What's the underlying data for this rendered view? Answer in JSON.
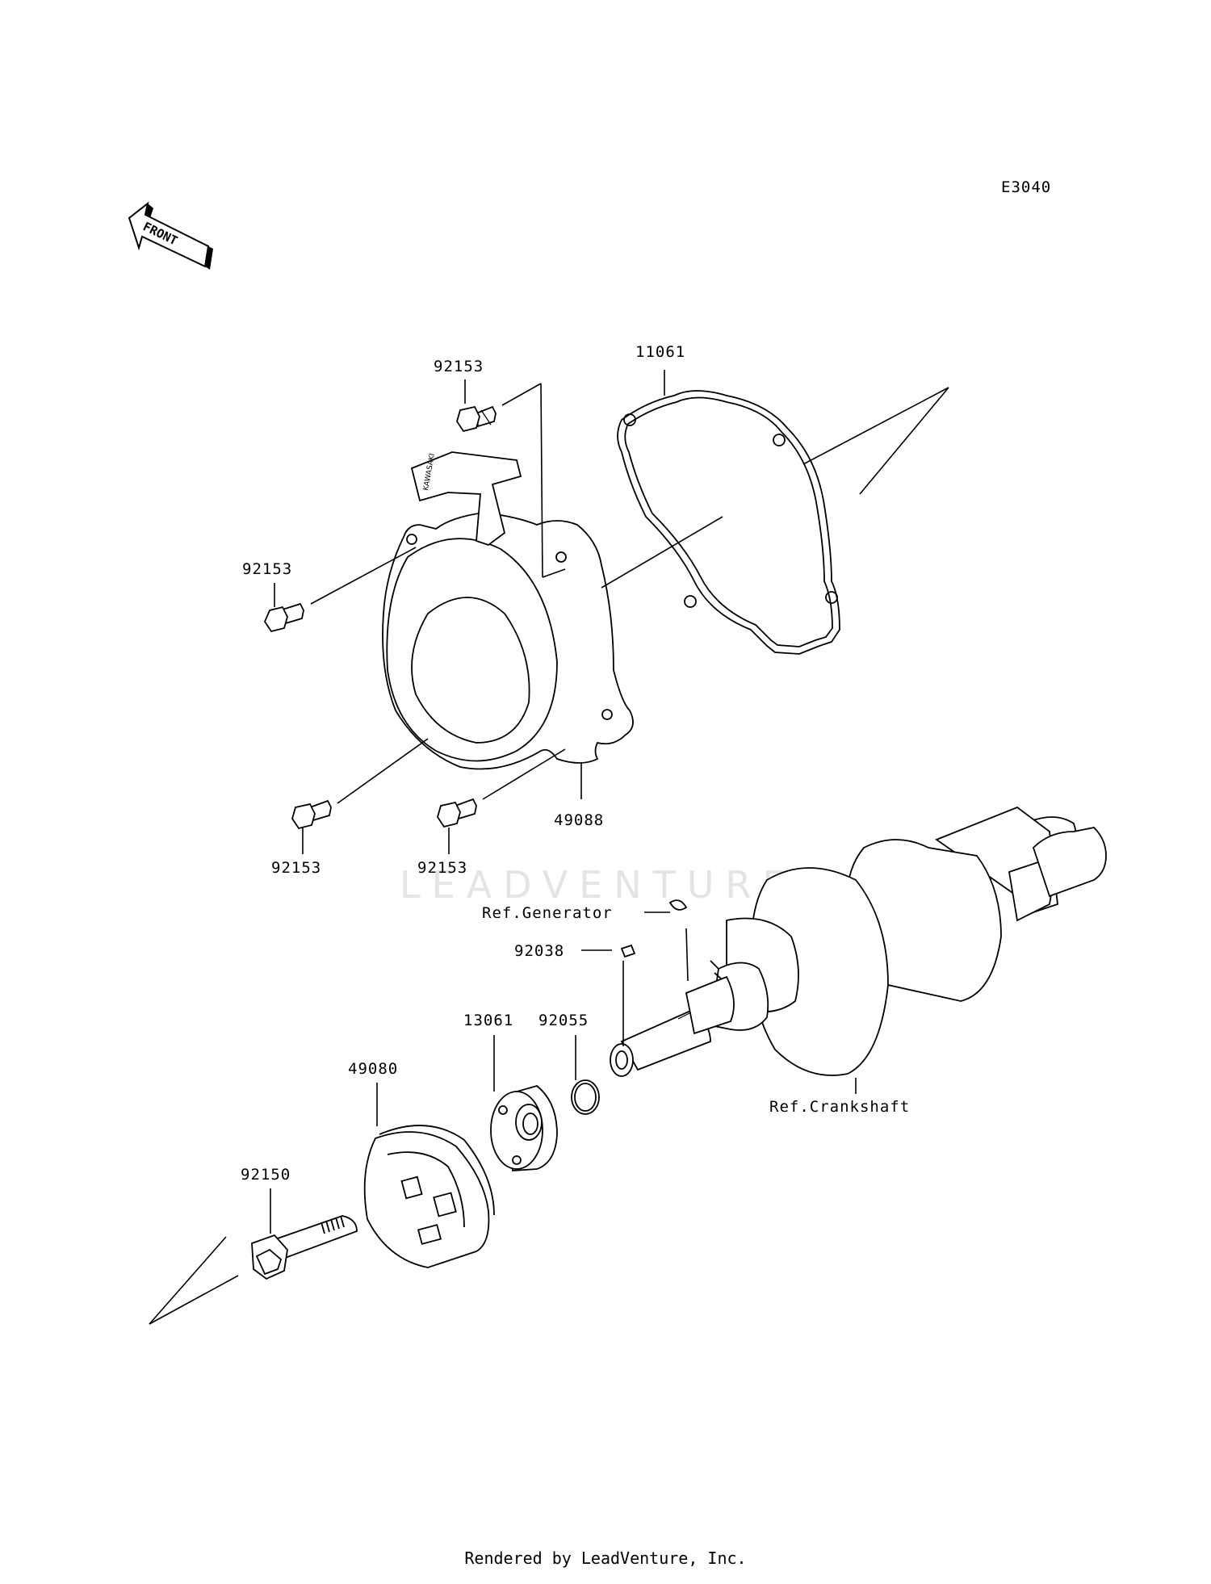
{
  "diagram_code": "E3040",
  "front_label": "FRONT",
  "watermark": "LEADVENTURE",
  "footer": "Rendered by LeadVenture, Inc.",
  "parts": {
    "bolt_top": "92153",
    "gasket": "11061",
    "bolt_left": "92153",
    "bolt_bottom_left": "92153",
    "bolt_bottom_mid": "92153",
    "recoil_starter": "49088",
    "ref_generator": "Ref.Generator",
    "key": "92038",
    "pulley": "13061",
    "oring": "92055",
    "cup": "49080",
    "bolt_flange": "92150",
    "ref_crankshaft": "Ref.Crankshaft"
  }
}
